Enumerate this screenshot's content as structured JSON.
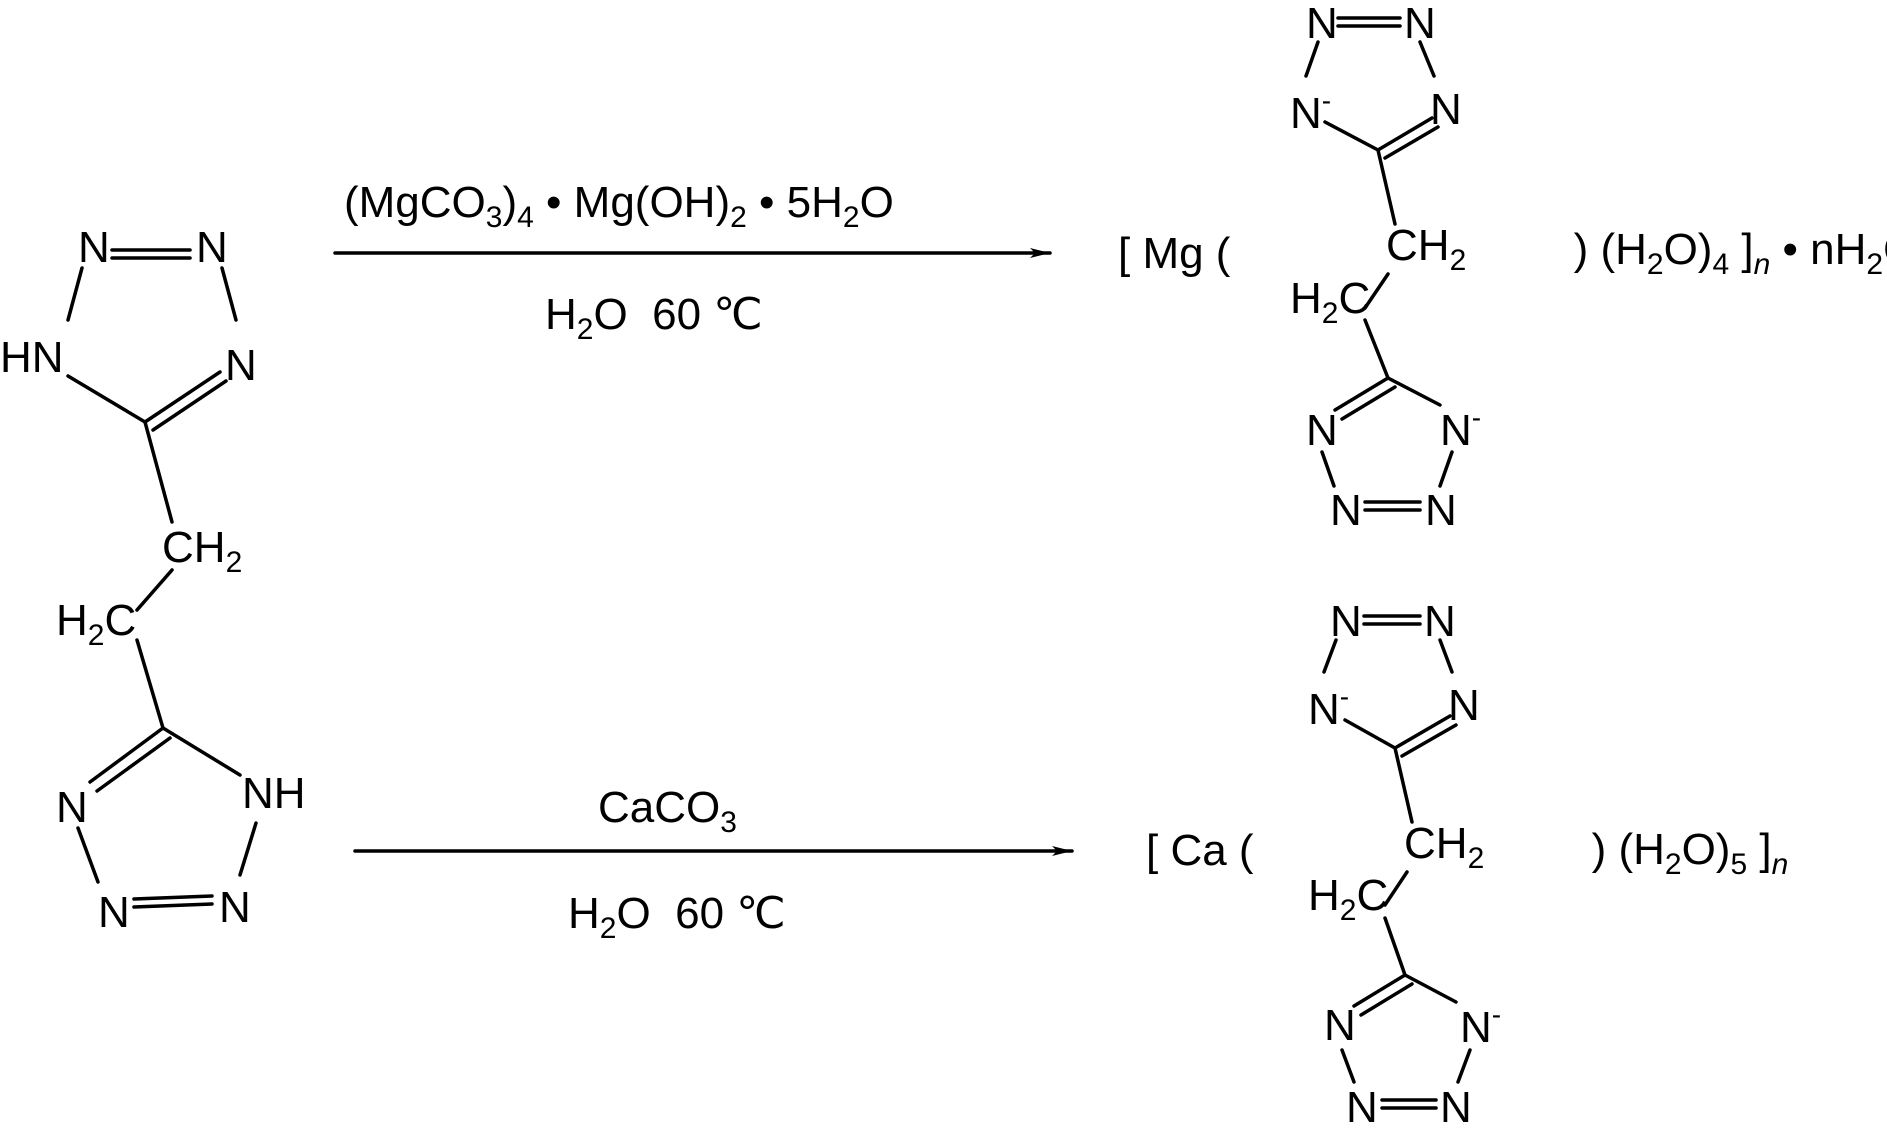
{
  "reactant": {
    "atoms": {
      "n_top_left": "N",
      "n_top_right": "N",
      "hn": "HN",
      "n_right": "N",
      "ch2": "CH",
      "ch2_sub": "2",
      "h2c_h": "H",
      "h2c_sub": "2",
      "h2c_c": "C",
      "n_left": "N",
      "nh": "NH",
      "n_bottom_left": "N",
      "n_bottom_right": "N"
    }
  },
  "reactions": [
    {
      "reagent_parts": [
        "(MgCO",
        "3",
        ")",
        "4",
        " • Mg(OH)",
        "2",
        " • 5H",
        "2",
        "O"
      ],
      "conditions_parts": [
        "H",
        "2",
        "O  60 ℃"
      ]
    },
    {
      "reagent_parts": [
        "CaCO",
        "3"
      ],
      "conditions_parts": [
        "H",
        "2",
        "O  60 ℃"
      ]
    }
  ],
  "products": [
    {
      "metal_prefix": "[ Mg (",
      "water_parts": [
        ")",
        " (H",
        "2",
        "O)",
        "4",
        " ]",
        "n",
        " • nH",
        "2",
        "O"
      ],
      "atoms": {
        "n1": "N",
        "n2": "N",
        "n_minus_top": "N",
        "minus": "-",
        "n3": "N",
        "ch2": "CH",
        "ch2_sub": "2",
        "h2c_h": "H",
        "h2c_sub": "2",
        "h2c_c": "C",
        "n4": "N",
        "n_minus_bottom": "N",
        "n5": "N",
        "n6": "N"
      }
    },
    {
      "metal_prefix": "[ Ca (",
      "water_parts": [
        ")",
        " (H",
        "2",
        "O)",
        "5",
        " ]",
        "n"
      ],
      "atoms": {
        "n1": "N",
        "n2": "N",
        "n_minus_top": "N",
        "minus": "-",
        "n3": "N",
        "ch2": "CH",
        "ch2_sub": "2",
        "h2c_h": "H",
        "h2c_sub": "2",
        "h2c_c": "C",
        "n4": "N",
        "n_minus_bottom": "N",
        "n5": "N",
        "n6": "N"
      }
    }
  ]
}
